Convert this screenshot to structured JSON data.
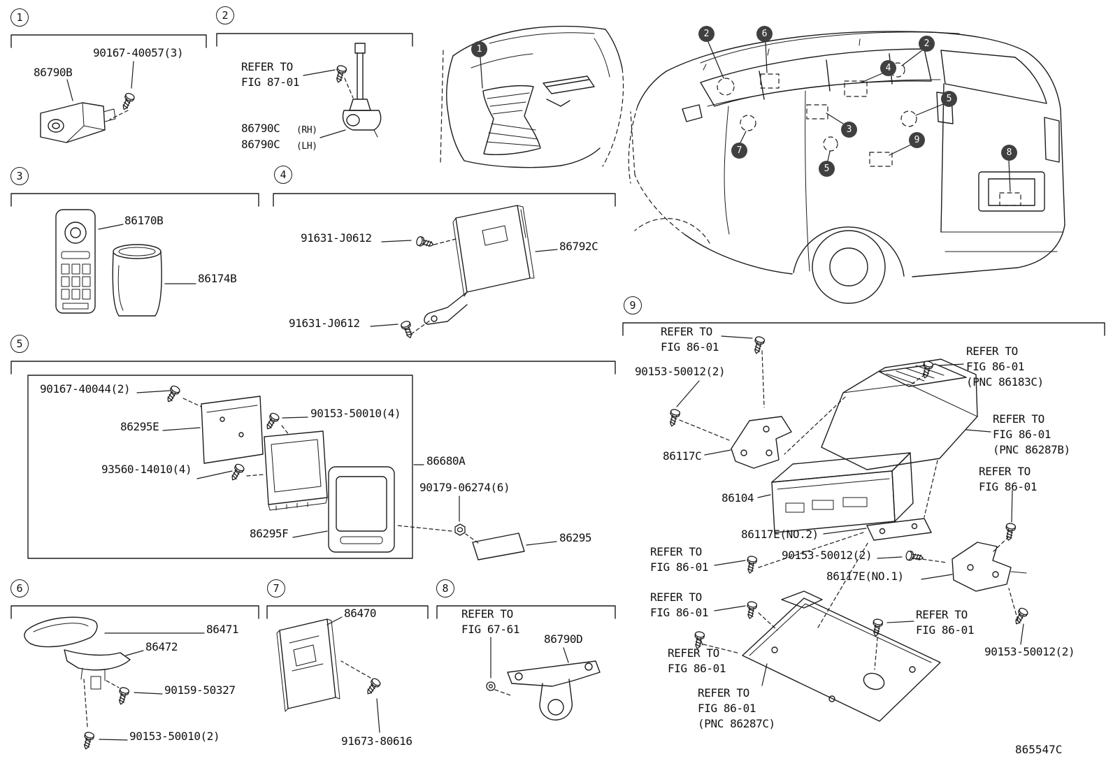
{
  "diagram_id": "865547C",
  "colors": {
    "line": "#1c1c1c",
    "callout_fill": "#404040",
    "background": "#ffffff"
  },
  "callouts": {
    "c1": "1",
    "c2": "2",
    "c3": "3",
    "c4": "4",
    "c5": "5",
    "c6": "6",
    "c7": "7",
    "c8": "8",
    "c9": "9"
  },
  "strings": {
    "refer_to": "REFER TO",
    "fig_87_01": "FIG 87-01",
    "fig_86_01": "FIG 86-01",
    "fig_67_61": "FIG 67-61",
    "pnc_86183c": "(PNC 86183C)",
    "pnc_86287b": "(PNC 86287B)",
    "pnc_86287c": "(PNC 86287C)",
    "rh": "(RH)",
    "lh": "(LH)"
  },
  "parts": {
    "p86790b": "86790B",
    "p86790c": "86790C",
    "p86170b": "86170B",
    "p86174b": "86174B",
    "p86792c": "86792C",
    "p86295e": "86295E",
    "p86295f": "86295F",
    "p86295": "86295",
    "p86680a": "86680A",
    "p86471": "86471",
    "p86472": "86472",
    "p86470": "86470",
    "p86790d": "86790D",
    "p86117c": "86117C",
    "p86104": "86104",
    "p86117e_no1": "86117E(NO.1)",
    "p86117e_no2": "86117E(NO.2)"
  },
  "fasteners": {
    "f90167_40057": "90167-40057(3)",
    "f90167_40044": "90167-40044(2)",
    "f90153_50010_4": "90153-50010(4)",
    "f90153_50010_2": "90153-50010(2)",
    "f90153_50012_2": "90153-50012(2)",
    "f93560_14010": "93560-14010(4)",
    "f90179_06274": "90179-06274(6)",
    "f91631_j0612": "91631-J0612",
    "f90159_50327": "90159-50327",
    "f91673_80616": "91673-80616"
  }
}
